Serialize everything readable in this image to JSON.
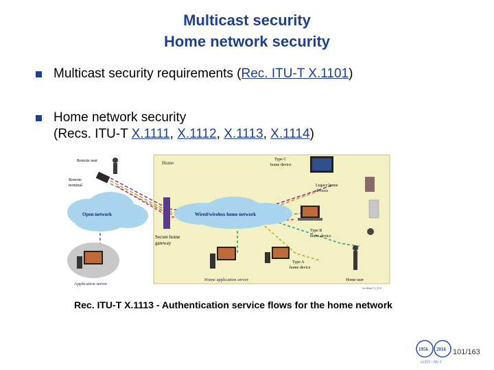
{
  "title": {
    "line1": "Multicast security",
    "line2": "Home network security"
  },
  "bullets": [
    {
      "prefix": "Multicast security requirements (",
      "link": "Rec. ITU-T X.1101",
      "suffix": ")"
    },
    {
      "line1": "Home network security",
      "line2_prefix": "(Recs. ITU-T ",
      "links": [
        "X.1111",
        "X.1112",
        "X.1113",
        "X.1114"
      ],
      "separator": ", ",
      "line2_suffix": ")"
    }
  ],
  "figure": {
    "labels": {
      "remote_user": "Remote user",
      "remote_terminal_1": "Remote",
      "remote_terminal_2": "terminal",
      "home": "Home",
      "type_c_1": "Type C",
      "type_c_2": "home device",
      "legacy_1": "Legacy home",
      "legacy_2": "devices",
      "open_network": "Open network",
      "wired_wireless": "Wired/wireless home network",
      "secure_gateway_1": "Secure home",
      "secure_gateway_2": "gateway",
      "type_b_1": "Type B",
      "type_b_2": "home device",
      "type_a_1": "Type A",
      "type_a_2": "home device",
      "application_server": "Application server",
      "home_application_server": "Home application server",
      "home_user": "Home user",
      "figure_id": "SecMan(11)_F33"
    }
  },
  "caption": "Rec. ITU-T X.1113 - Authentication service flows for the home network",
  "logo": {
    "year_left": "1956",
    "year_right": "2016",
    "text": "CCITT / ITU-T"
  },
  "page": {
    "current": "101",
    "total": "163",
    "separator": "/"
  },
  "colors": {
    "title": "#1f3f8f",
    "link": "#1f3f8f",
    "figure_background": "#f3f0c4",
    "cloud": "#a9d4ee"
  }
}
